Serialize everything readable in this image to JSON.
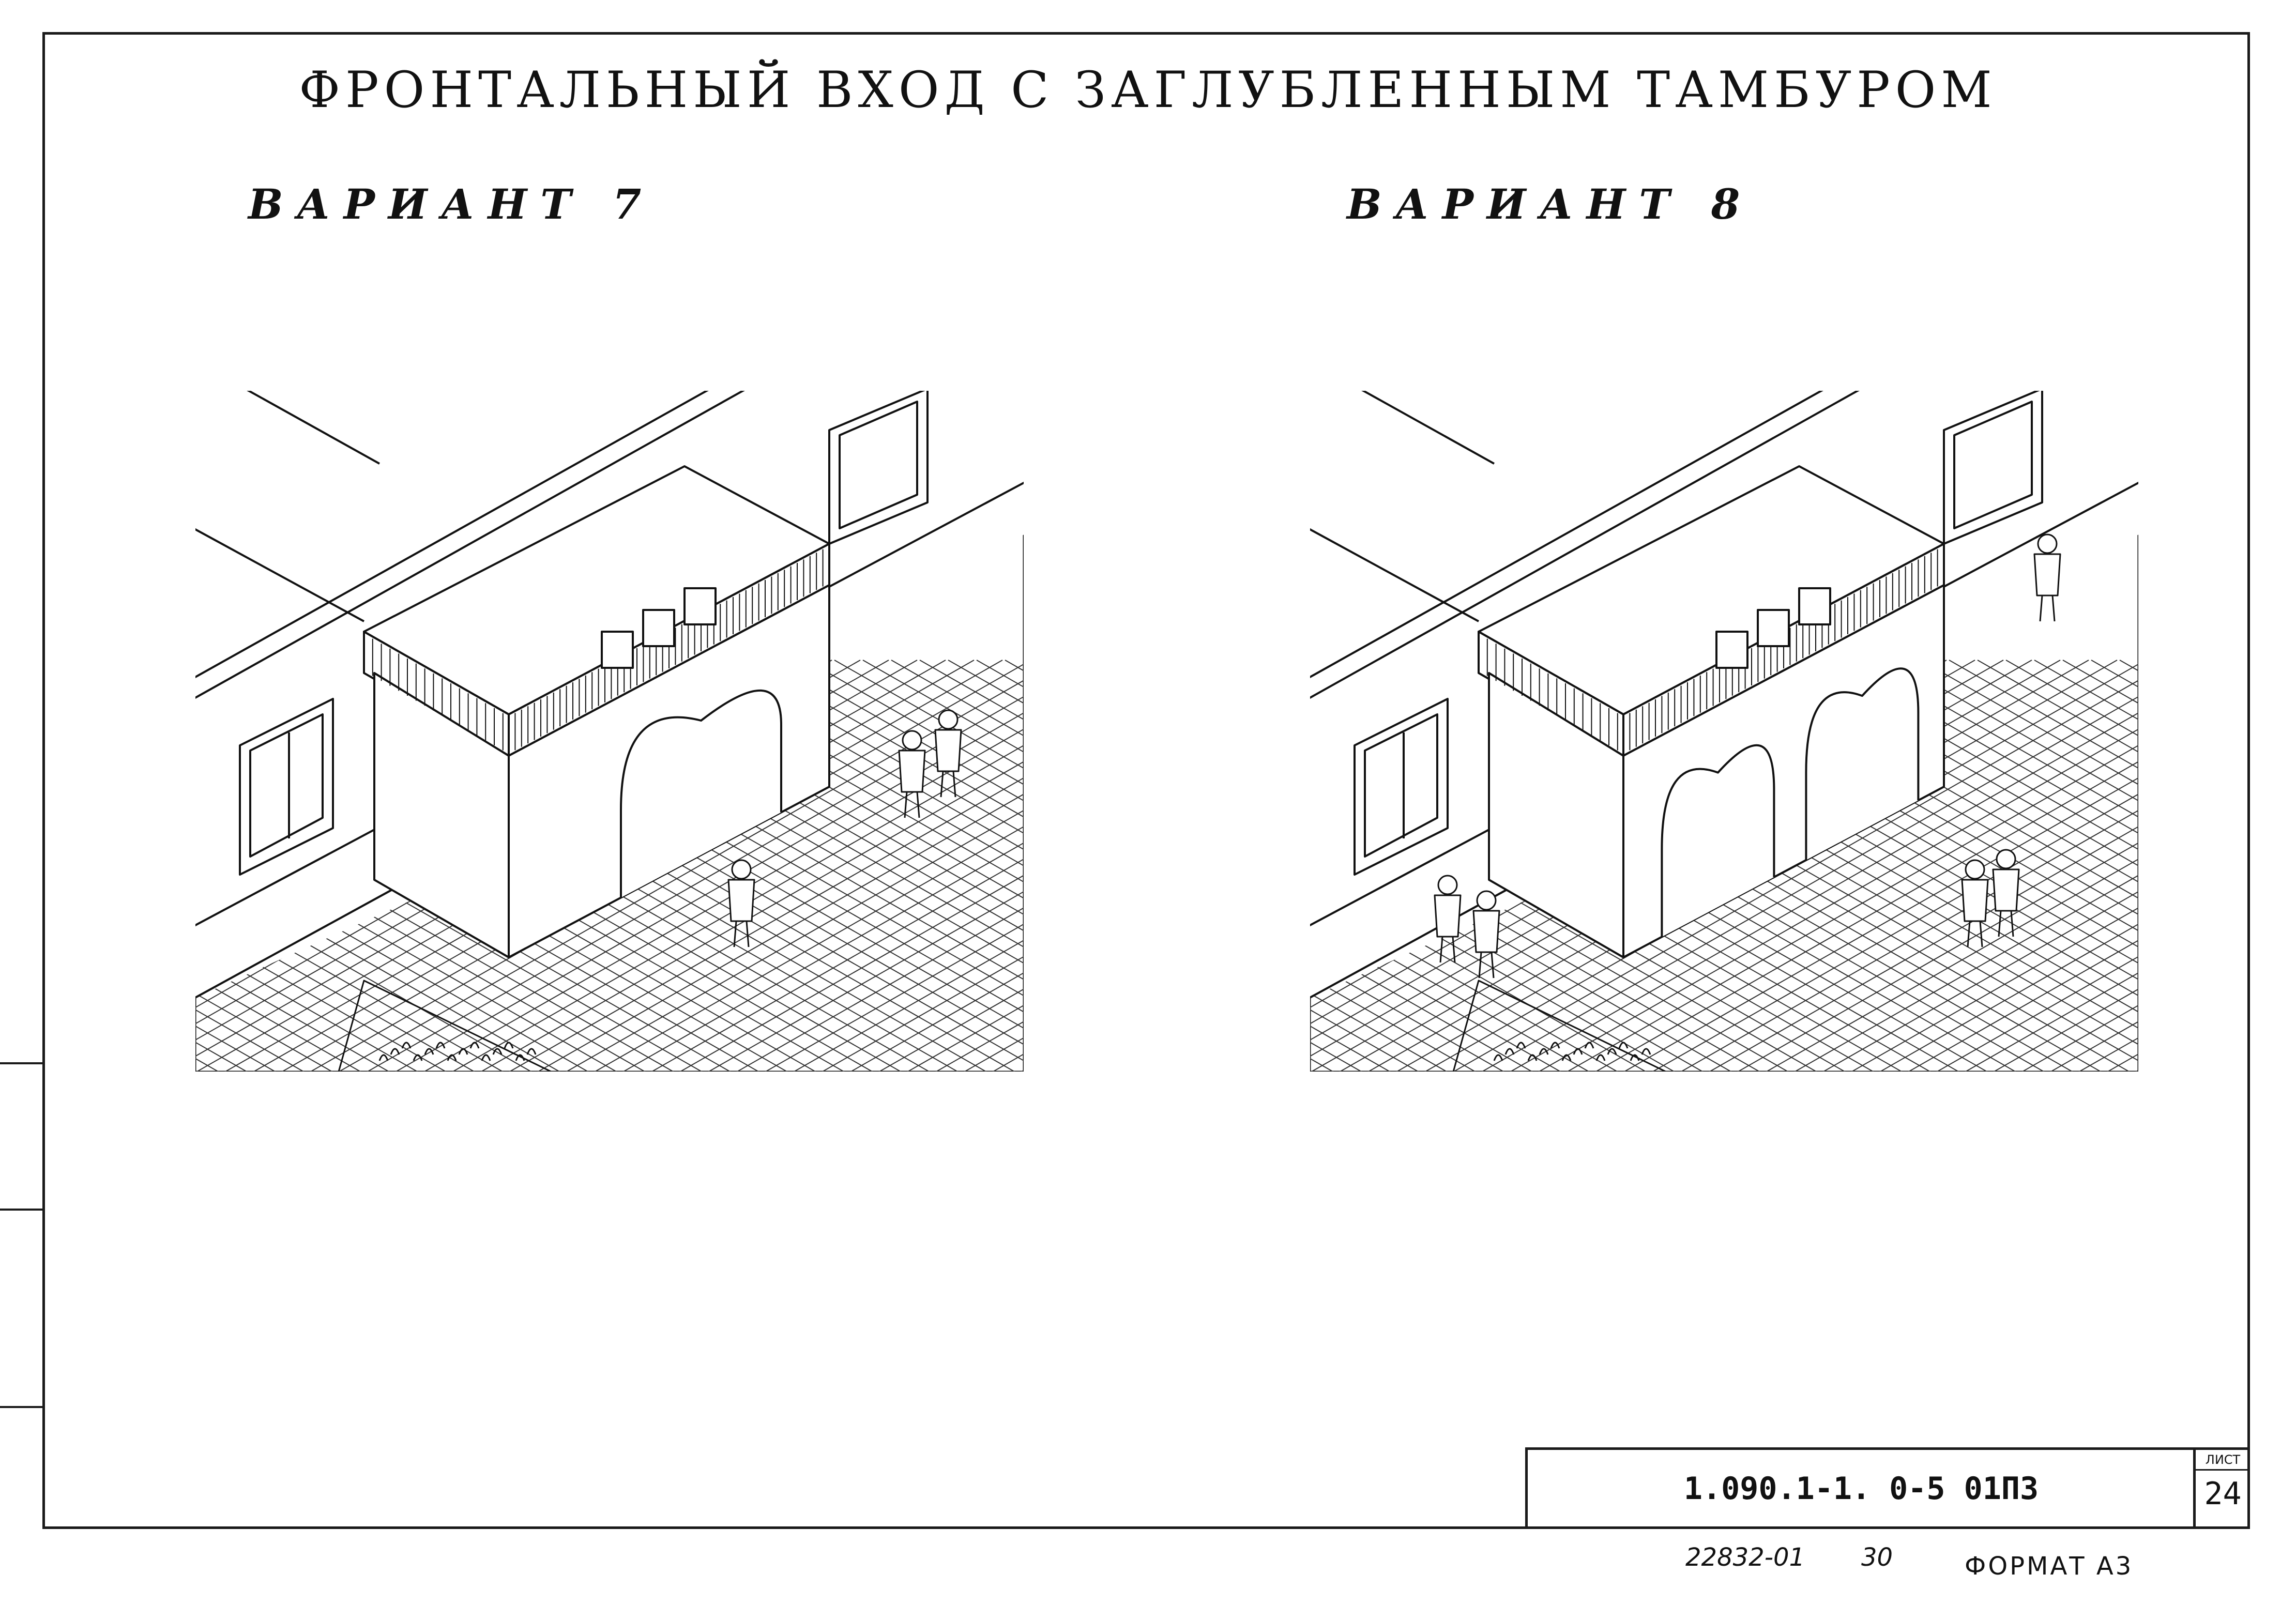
{
  "sheet": {
    "title": "ФРОНТАЛЬНЫЙ ВХОД С ЗАГЛУБЛЕННЫМ ТАМБУРОМ",
    "variants": [
      {
        "label": "ВАРИАНТ 7",
        "arches": 1
      },
      {
        "label": "ВАРИАНТ 8",
        "arches": 2
      }
    ]
  },
  "stamp": {
    "doc_code": "1.090.1-1. 0-5 01ПЗ",
    "sheet_label": "ЛИСТ",
    "sheet_number": "24"
  },
  "footer": {
    "inventory": "22832-01",
    "copy": "30",
    "format": "ФОРМАТ А3"
  }
}
